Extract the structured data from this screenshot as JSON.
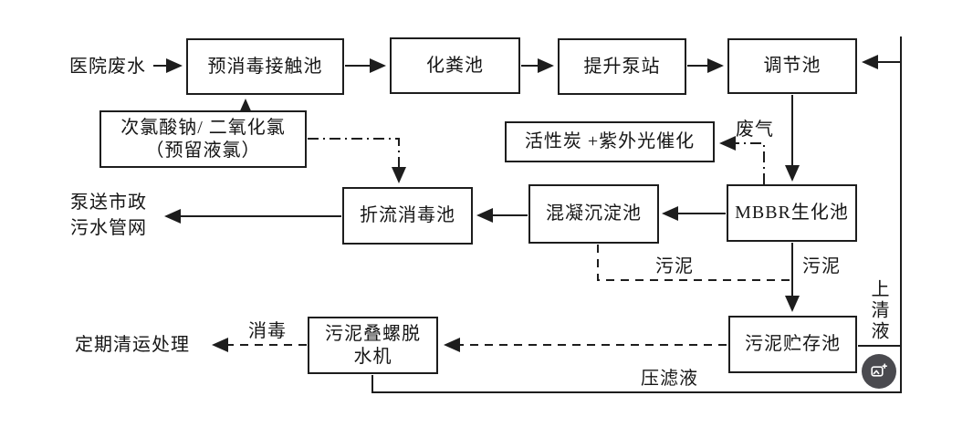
{
  "diagram": {
    "nodes": {
      "pre_disinfection": "预消毒接触池",
      "septic_tank": "化粪池",
      "lift_pump_station": "提升泵站",
      "regulating_tank": "调节池",
      "dosing_line1": "次氯酸钠/ 二氧化氯",
      "dosing_line2": "（预留液氯）",
      "activated_carbon_uv": "活性炭 +紫外光催化",
      "mbbr_tank": "MBBR生化池",
      "coagulation_tank": "混凝沉淀池",
      "baffled_disinfection_tank": "折流消毒池",
      "sludge_storage_tank": "污泥贮存池",
      "screw_dewatering_line1": "污泥叠螺脱",
      "screw_dewatering_line2": "水机"
    },
    "labels": {
      "hospital_wastewater": "医院废水",
      "municipal_line1": "泵送市政",
      "municipal_line2": "污水管网",
      "waste_gas": "废气",
      "sludge_left": "污泥",
      "sludge_right": "污泥",
      "supernatant": "上清液",
      "disinfection": "消毒",
      "periodic_disposal": "定期清运处理",
      "filter_press_liquid": "压滤液"
    },
    "colors": {
      "line": "#1d1d1d",
      "box_fill": "#ffffff",
      "text": "#161616",
      "overlay_button_bg": "#4a4a4f"
    }
  },
  "overlay": {
    "button_icon": "image-plus-icon"
  }
}
